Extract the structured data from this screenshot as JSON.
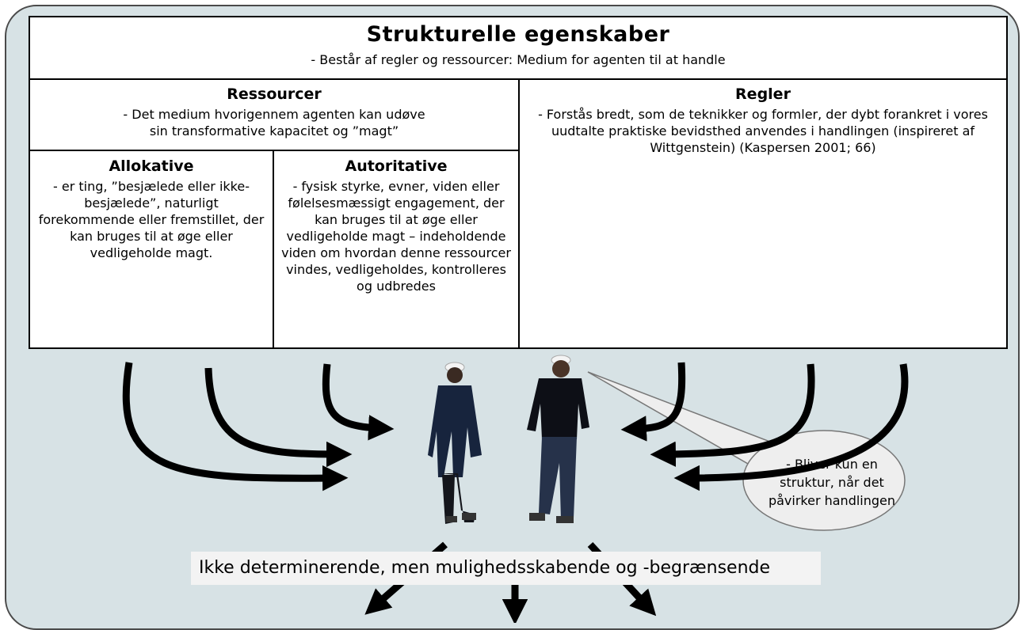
{
  "header": {
    "title": "Strukturelle  egenskaber",
    "subtitle": "- Består af regler og ressourcer: Medium for agenten til at handle"
  },
  "ressourcer": {
    "title": "Ressourcer",
    "text": "- Det medium hvorigennem agenten kan udøve sin transformative kapacitet og ”magt”"
  },
  "regler": {
    "title": "Regler",
    "text": "- Forstås bredt, som de teknikker og formler, der dybt forankret i vores uudtalte praktiske bevidsthed anvendes i handlingen (inspireret af Wittgenstein) (Kaspersen 2001;  66)"
  },
  "allokative": {
    "title": "Allokative",
    "text": "- er ting, ”besjælede eller ikke-besjælede”, naturligt forekommende eller fremstillet, der kan bruges til at øge eller vedligeholde magt."
  },
  "autoritative": {
    "title": "Autoritative",
    "text": "- fysisk styrke, evner, viden eller følelsesmæssigt engagement, der kan bruges til at øge eller vedligeholde magt – indeholdende viden om hvordan denne ressourcer vindes, vedligeholdes, kontrolleres og udbredes"
  },
  "bubble": {
    "text": "- Bliver kun en struktur, når det påvirker handlingen"
  },
  "bottom": {
    "text": "Ikke determinerende, men mulighedsskabende og -begrænsende"
  },
  "colors": {
    "background": "#d7e2e5",
    "box_fill": "#ffffff",
    "arrow": "#000000",
    "bubble_fill": "#f0f0f0"
  },
  "icons": [
    "worker-figure-icon",
    "worker-figure-icon"
  ]
}
